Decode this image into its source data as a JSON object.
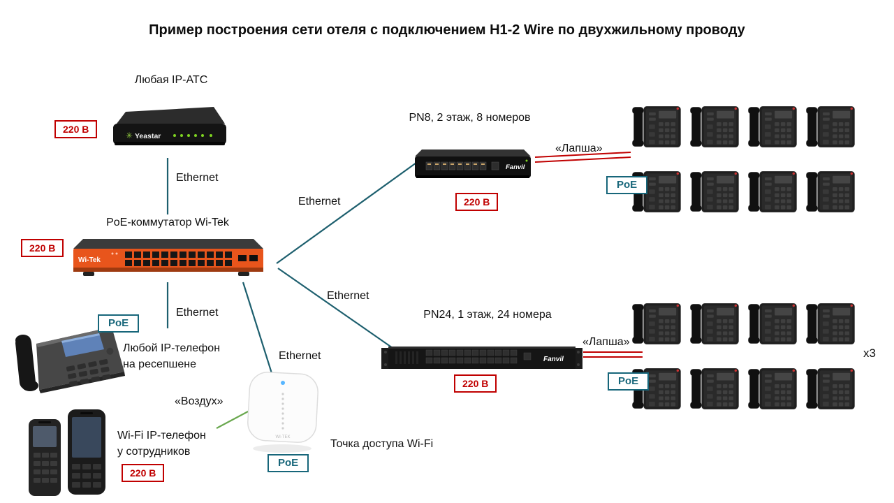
{
  "title": "Пример построения сети отеля с подключением H1-2 Wire по двухжильному проводу",
  "badges": {
    "power": "220 В",
    "poe": "PoE"
  },
  "edges": {
    "pbx_switch": "Ethernet",
    "switch_pn8": "Ethernet",
    "switch_pn24": "Ethernet",
    "switch_reception": "Ethernet",
    "switch_ap": "Ethernet",
    "pn8_lapsha": "«Лапша»",
    "pn24_lapsha": "«Лапша»",
    "ap_vozduh": "«Воздух»"
  },
  "colors": {
    "ethernet_line": "#1d5f6e",
    "lapsha_line": "#c00000",
    "vozduh_line": "#6aa84f",
    "power_badge": "#c00000",
    "poe_badge": "#17667a",
    "switch_front": "#e8551c"
  },
  "nodes": {
    "pbx": {
      "label": "Любая IP-АТС",
      "brand": "Yeastar",
      "power": "220 В"
    },
    "switch": {
      "label": "PoE-коммутатор Wi-Tek",
      "brand": "Wi-Tek",
      "power": "220 В"
    },
    "pn8": {
      "label": "PN8, 2 этаж, 8 номеров",
      "brand": "Fanvil",
      "power": "220 В",
      "poe": "PoE",
      "phones": 8
    },
    "pn24": {
      "label": "PN24, 1 этаж, 24 номера",
      "brand": "Fanvil",
      "power": "220 В",
      "poe": "PoE",
      "phones": 8,
      "multiplier": "x3"
    },
    "reception": {
      "label_line1": "Любой IP-телефон",
      "label_line2": "на ресепшене",
      "poe": "PoE"
    },
    "wifi_phone": {
      "label_line1": "Wi-Fi IP-телефон",
      "label_line2": "у сотрудников",
      "power": "220 В"
    },
    "ap": {
      "label": "Точка доступа Wi-Fi",
      "brand": "WI-TEK",
      "poe": "PoE"
    }
  }
}
